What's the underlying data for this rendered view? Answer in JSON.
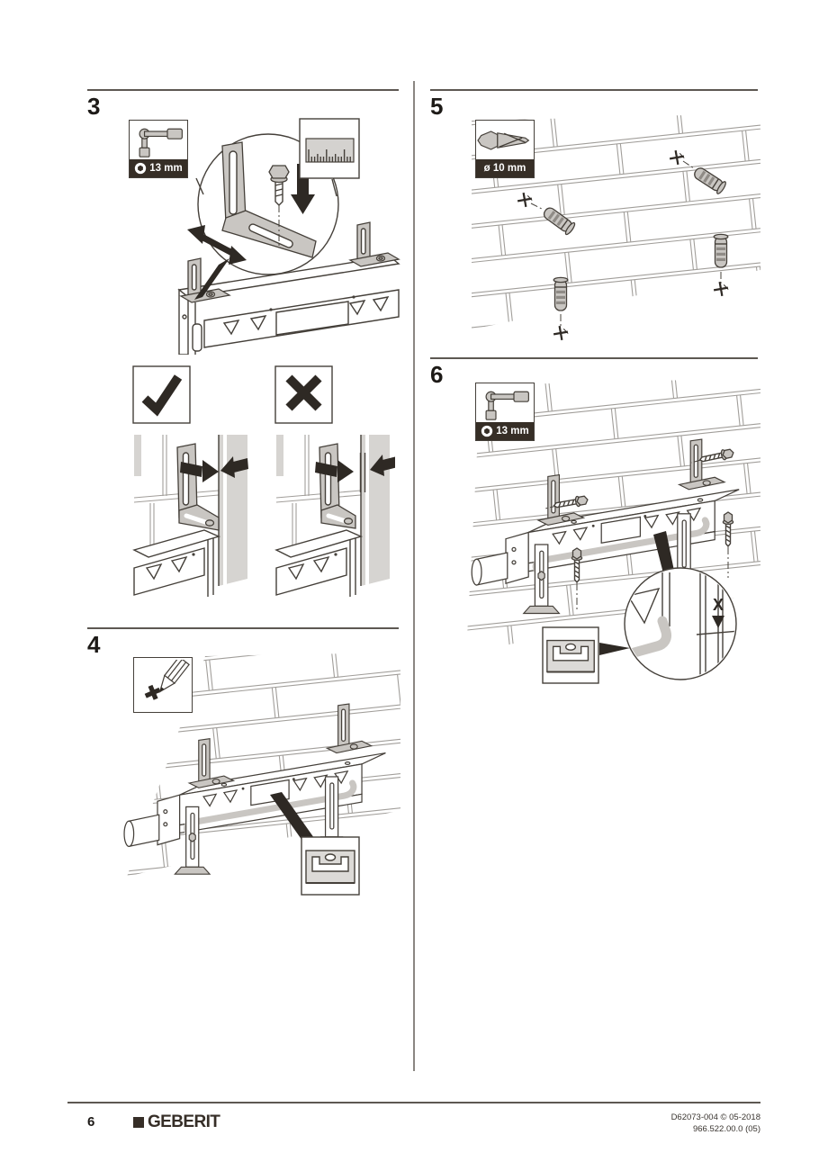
{
  "steps": {
    "step3": {
      "number": "3",
      "tool_size_label": "13 mm",
      "icons": [
        "socket-wrench-icon",
        "socket-size-icon",
        "ruler-icon",
        "arrow-down-icon",
        "double-arrow-icon"
      ]
    },
    "comparison": {
      "icons": [
        "checkmark-icon",
        "cross-icon",
        "converging-arrows-icon"
      ]
    },
    "step4": {
      "number": "4",
      "icons": [
        "pencil-mark-icon",
        "spirit-level-icon"
      ]
    },
    "step5": {
      "number": "5",
      "tool_size_label": "ø 10 mm",
      "icons": [
        "drill-bit-icon",
        "wall-plug-icon",
        "drill-mark-icon"
      ]
    },
    "step6": {
      "number": "6",
      "tool_size_label": "13 mm",
      "dimension_label": "X",
      "icons": [
        "socket-wrench-icon",
        "socket-size-icon",
        "hex-screw-icon",
        "spirit-level-icon"
      ]
    }
  },
  "footer": {
    "page_number": "6",
    "brand": "GEBERIT",
    "doc_code": "D62073-004 © 05-2018",
    "version_code": "966.522.00.0 (05)"
  },
  "colors": {
    "line": "#45403a",
    "arrow_dark": "#2e2924",
    "fill_gray": "#c9c6c2",
    "wall_shade": "#d6d4d1",
    "label_band": "#362e26",
    "label_text": "#ffffff",
    "page_bg": "#ffffff"
  }
}
